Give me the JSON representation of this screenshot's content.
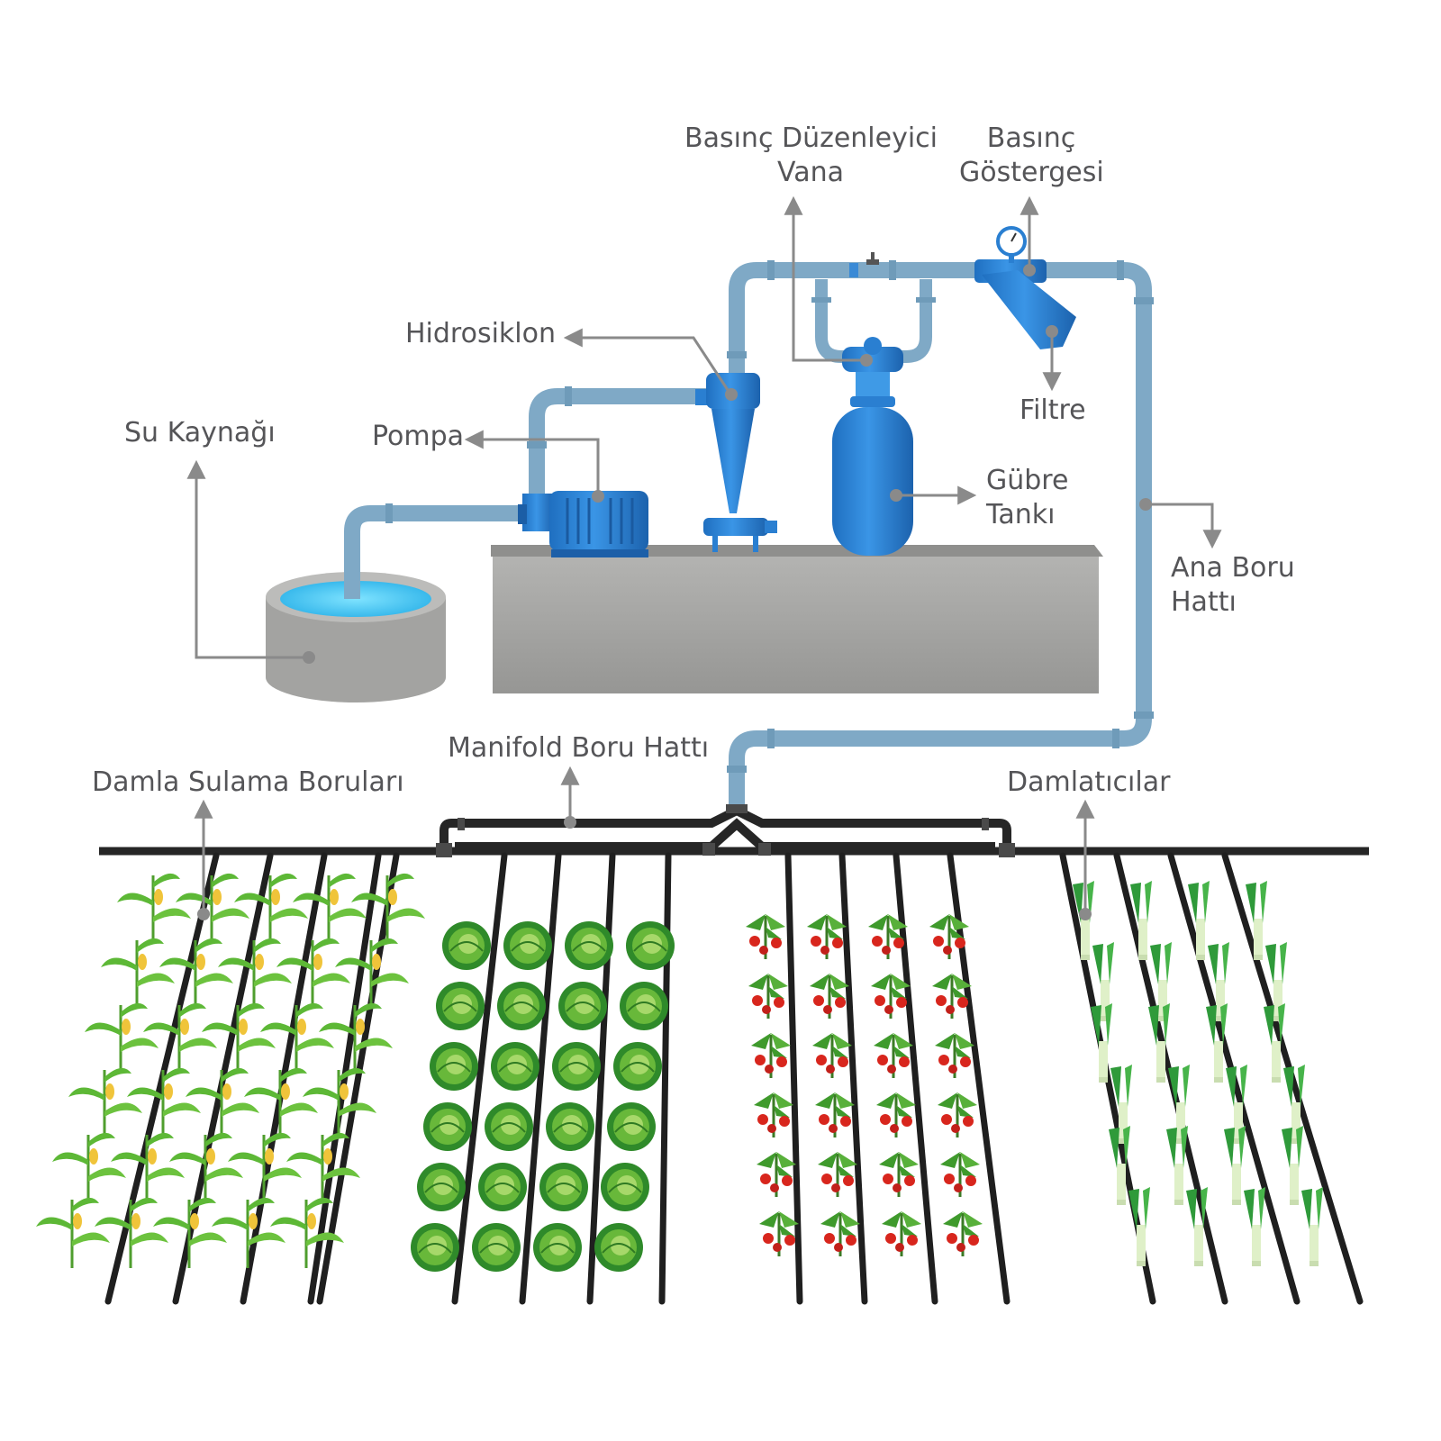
{
  "labels": {
    "pressure_valve": [
      "Basınç Düzenleyici",
      "Vana"
    ],
    "pressure_gauge": [
      "Basınç",
      "Göstergesi"
    ],
    "hydrocyclone": "Hidrosiklon",
    "filter": "Filtre",
    "water_source": "Su Kaynağı",
    "pump": "Pompa",
    "fertilizer_tank": [
      "Gübre",
      "Tankı"
    ],
    "main_pipeline": [
      "Ana Boru",
      "Hattı"
    ],
    "manifold_pipeline": "Manifold Boru Hattı",
    "drip_pipes": "Damla Sulama Boruları",
    "drippers": "Damlatıcılar"
  },
  "colors": {
    "pipe": "#7fa9c6",
    "equipment": "#2a7fd1",
    "water": "#5fd2f5",
    "concrete": "#a9a9a7",
    "drip_line": "#1f1f1f",
    "leader_line": "#8a8a8a",
    "label_text": "#555558"
  },
  "crops": [
    {
      "name": "corn-icon"
    },
    {
      "name": "cabbage-icon"
    },
    {
      "name": "tomato-icon"
    },
    {
      "name": "leek-icon"
    }
  ]
}
